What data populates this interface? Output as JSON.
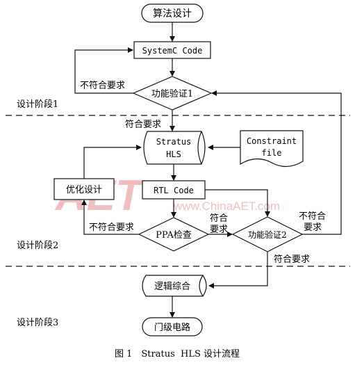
{
  "nodes": {
    "start": "算法设计",
    "systemc": "SystemC Code",
    "verify1": "功能验证1",
    "hls_line1": "Stratus",
    "hls_line2": "HLS",
    "constraint_line1": "Constraint",
    "constraint_line2": "file",
    "optimize": "优化设计",
    "rtl": "RTL Code",
    "ppa": "PPA检查",
    "verify2": "功能验证2",
    "synthesis": "逻辑综合",
    "gate": "门级电路"
  },
  "edge_labels": {
    "v1_fail": "不符合要求",
    "v1_pass": "符合要求",
    "ppa_fail": "不符合要求",
    "ppa_pass_line1": "符合",
    "ppa_pass_line2": "要求",
    "v2_fail_line1": "不符合",
    "v2_fail_line2": "要求",
    "v2_pass": "符合要求"
  },
  "stages": {
    "stage1": "设计阶段1",
    "stage2": "设计阶段2",
    "stage3": "设计阶段3"
  },
  "watermark": {
    "logo": "AET",
    "url": "www.ChinaAET.com",
    "color": "#e8a0a0"
  },
  "caption": "图 1　Stratus  HLS 设计流程"
}
